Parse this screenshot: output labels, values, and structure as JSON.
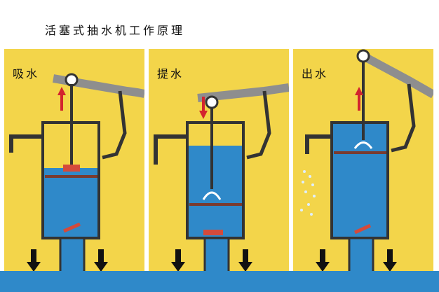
{
  "title": "活塞式抽水机工作原理",
  "panels": [
    {
      "label": "吸水",
      "stroke_dir": "up"
    },
    {
      "label": "提水",
      "stroke_dir": "down"
    },
    {
      "label": "出水",
      "stroke_dir": "up"
    }
  ],
  "colors": {
    "background": "#f3d54a",
    "water": "#2f89c9",
    "metal": "#8e8e8e",
    "valve": "#d44a3b",
    "arrow_red": "#d3242e",
    "arrow_black": "#111111"
  }
}
